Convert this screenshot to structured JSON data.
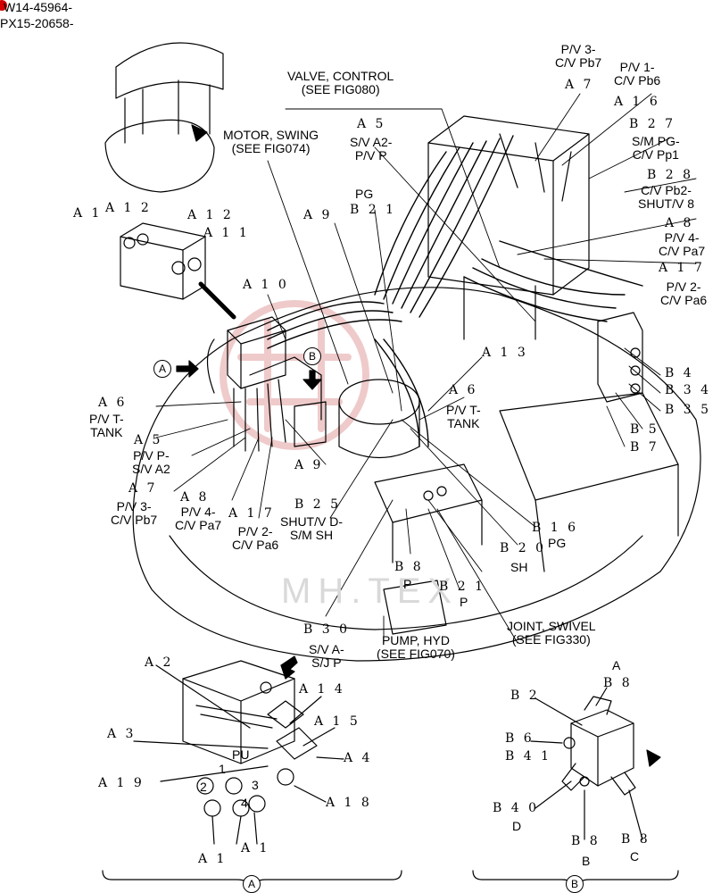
{
  "header": {
    "serial_1": "W14-45964-",
    "serial_2": "PX15-20658-"
  },
  "callouts": {
    "valve_control": [
      "VALVE, CONTROL",
      "(SEE FIG080)"
    ],
    "motor_swing": [
      "MOTOR, SWING",
      "(SEE FIG074)"
    ],
    "pump_hyd": [
      "PUMP, HYD",
      "(SEE FIG070)"
    ],
    "joint_swivel": [
      "JOINT, SWIVEL",
      "(SEE FIG330)"
    ]
  },
  "labels": {
    "pv3_pb7_top": [
      "P/V 3-",
      "C/V Pb7"
    ],
    "pv1_pb6": [
      "P/V 1-",
      "C/V Pb6"
    ],
    "sm_pg_pp1": [
      "S/M PG-",
      "C/V Pp1"
    ],
    "cv_pb2_shut": [
      "C/V Pb2-",
      "SHUT/V 8"
    ],
    "pv4_pa7_right": [
      "P/V 4-",
      "C/V Pa7"
    ],
    "pv2_pa6_right": [
      "P/V 2-",
      "C/V Pa6"
    ],
    "sv_a2_pvp": [
      "S/V A2-",
      "P/V P"
    ],
    "pg_top": "PG",
    "pv_t_tank_left": [
      "P/V T-",
      "TANK"
    ],
    "pv_p_sv_a2": [
      "P/V P-",
      "S/V A2"
    ],
    "pv3_pb7_left": [
      "P/V 3-",
      "C/V Pb7"
    ],
    "pv4_pa7_left": [
      "P/V 4-",
      "C/V Pa7"
    ],
    "pv2_pa6_left": [
      "P/V 2-",
      "C/V Pa6"
    ],
    "shut_sm_sh": [
      "SHUT/V D-",
      "S/M SH"
    ],
    "pv_t_tank_mid": [
      "P/V T-",
      "TANK"
    ],
    "pg_mid": "PG",
    "sh": "SH",
    "p_b8": "P",
    "p_b21": "P",
    "sv_a_sj_p": [
      "S/V A-",
      "S/J P"
    ],
    "pu": "PU",
    "port_1": "1",
    "port_2": "2",
    "port_3": "3",
    "port_4": "4",
    "port_A": "A",
    "port_B": "B",
    "port_C": "C",
    "port_D": "D"
  },
  "refs": {
    "A1a": "A 1",
    "A1b": "A 1",
    "A2": "A 2",
    "A3": "A 3",
    "A4": "A 4",
    "A5a": "A 5",
    "A5b": "A 5",
    "A6a": "A 6",
    "A6b": "A 6",
    "A7a": "A 7",
    "A7b": "A 7",
    "A8a": "A 8",
    "A8b": "A 8",
    "A9a": "A 9",
    "A9b": "A 9",
    "A10": "A 1 0",
    "A11": "A 1 1",
    "A12a": "A 1 2",
    "A12b": "A 1 2",
    "A13": "A 1 3",
    "A14": "A 1 4",
    "A15": "A 1 5",
    "A16": "A 1 6",
    "A17a": "A 1 7",
    "A17b": "A 1 7",
    "A18": "A 1 8",
    "A19": "A 1 9",
    "A1x": "A 1",
    "B2": "B 2",
    "B4": "B 4",
    "B5": "B 5",
    "B6": "B 6",
    "B7": "B 7",
    "B8a": "B 8",
    "B8b": "B 8",
    "B8c": "B 8",
    "B8d": "B 8",
    "B16": "B 1 6",
    "B20": "B 2 0",
    "B21a": "B 2 1",
    "B21b": "B 2 1",
    "B25": "B 2 5",
    "B27": "B 2 7",
    "B28": "B 2 8",
    "B30": "B 3 0",
    "B34": "B 3 4",
    "B35": "B 3 5",
    "B40": "B 4 0",
    "B41": "B 4 1"
  },
  "markers": {
    "A": "A",
    "B": "B"
  },
  "colors": {
    "line": "#000000",
    "accent_dot": "#d40000",
    "watermark": "#e2a0a0"
  }
}
